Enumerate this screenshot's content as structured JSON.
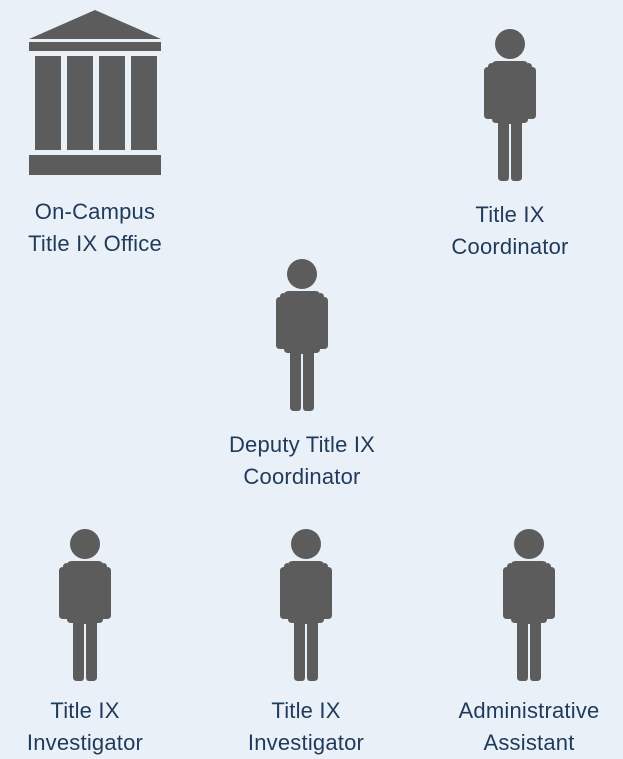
{
  "colors": {
    "background": "#eaf0f7",
    "icon": "#5c5c5c",
    "text": "#1f3a5a"
  },
  "nodes": {
    "office": {
      "icon": "building-icon",
      "line1": "On-Campus",
      "line2": "Title IX Office"
    },
    "coordinator": {
      "icon": "person-icon",
      "line1": "Title IX",
      "line2": "Coordinator"
    },
    "deputy": {
      "icon": "person-icon",
      "line1": "Deputy Title IX",
      "line2": "Coordinator"
    },
    "investigator1": {
      "icon": "person-icon",
      "line1": "Title IX",
      "line2": "Investigator"
    },
    "investigator2": {
      "icon": "person-icon",
      "line1": "Title IX",
      "line2": "Investigator"
    },
    "assistant": {
      "icon": "person-icon",
      "line1": "Administrative",
      "line2": "Assistant"
    }
  }
}
